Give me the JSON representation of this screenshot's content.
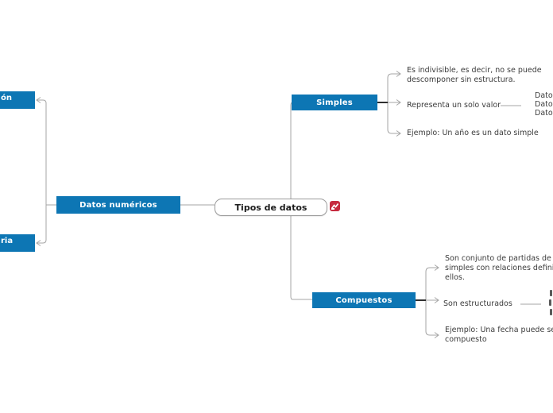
{
  "colors": {
    "node_blue": "#0d76b4",
    "connector_gray": "#a6a6a6",
    "stub_dark": "#2f2f2f",
    "text_color": "#3c3c3c",
    "root_border": "#9b9b9b",
    "badge_red": "#c62a3f"
  },
  "root": {
    "label": "Tipos de datos"
  },
  "badge": {
    "icon": "red-chart-badge"
  },
  "left_branch": {
    "node_label": "Datos numéricos",
    "children": [
      {
        "label": "ón"
      },
      {
        "label": "ria"
      }
    ]
  },
  "simples": {
    "node_label": "Simples",
    "child1_line1": "Es indivisible, es decir, no se puede",
    "child1_line2": "descomponer sin estructura.",
    "child2_text": "Representa un solo valor",
    "child2_sub": [
      "Dato",
      "Dato",
      "Dato"
    ],
    "child3_text": "Ejemplo: Un año es un dato simple"
  },
  "compuestos": {
    "node_label": "Compuestos",
    "child1_line1": "Son conjunto de partidas de",
    "child1_line2": "simples con relaciones defini",
    "child1_line3": "ellos.",
    "child2_text": "Son estructurados",
    "child2_sub_stubs": 3,
    "child3_line1": "Ejemplo: Una fecha puede se",
    "child3_line2": "compuesto"
  }
}
